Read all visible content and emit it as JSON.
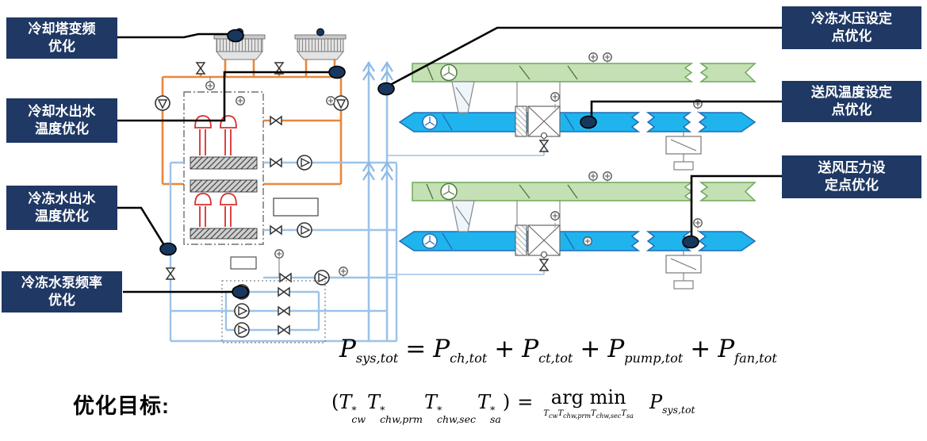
{
  "callouts": {
    "cooling_tower_vfd": "冷却塔变频\n优化",
    "cooling_water_outlet_temp": "冷却水出水\n温度优化",
    "chilled_water_outlet_temp": "冷冻水出水\n温度优化",
    "chilled_water_pump_freq": "冷冻水泵频率\n优化",
    "chilled_water_pressure_setpoint": "冷冻水压设定\n点优化",
    "supply_air_temp_setpoint": "送风温度设定\n点优化",
    "supply_air_pressure_setpoint": "送风压力设\n定点优化"
  },
  "objective": {
    "label": "优化目标:",
    "eq1": {
      "lhs": {
        "base": "P",
        "sub": "sys,tot"
      },
      "ops": [
        "=",
        "+",
        "+",
        "+"
      ],
      "terms": [
        {
          "base": "P",
          "sub": "ch,tot"
        },
        {
          "base": "P",
          "sub": "ct,tot"
        },
        {
          "base": "P",
          "sub": "pump,tot"
        },
        {
          "base": "P",
          "sub": "fan,tot"
        }
      ]
    },
    "eq2": {
      "open": "(",
      "vars": [
        {
          "base": "T",
          "sup": "*",
          "sub": "cw"
        },
        {
          "base": "T",
          "sup": "*",
          "sub": "chw,prm"
        },
        {
          "base": "T",
          "sup": "*",
          "sub": "chw,sec"
        },
        {
          "base": "T",
          "sup": "*",
          "sub": "sa"
        }
      ],
      "close": ")",
      "equals": "=",
      "operator": "arg min",
      "under": [
        {
          "base": "T",
          "sub": "cw"
        },
        {
          "base": "T",
          "sub": "chw,prm"
        },
        {
          "base": "T",
          "sub": "chw,sec"
        },
        {
          "base": "T",
          "sub": "sa"
        }
      ],
      "result": {
        "base": "P",
        "sub": "sys,tot"
      }
    }
  },
  "colors": {
    "callout_box": "#1F3864",
    "callout_text": "#FFFFFF",
    "marker": "#17375E",
    "condenser_pipe": "#E8873C",
    "chilled_water_pipe": "#9CC3E8",
    "return_duct": "#C5E0B4",
    "supply_duct": "#1FB4EE",
    "compressor_red": "#D93030"
  },
  "icons": {
    "pump": "circle-with-triangle",
    "valve": "bowtie",
    "sensor": "circle-with-cross",
    "fan": "bladed-circle",
    "damper": "diagonal-line",
    "optimization_marker": "filled-ellipse"
  }
}
